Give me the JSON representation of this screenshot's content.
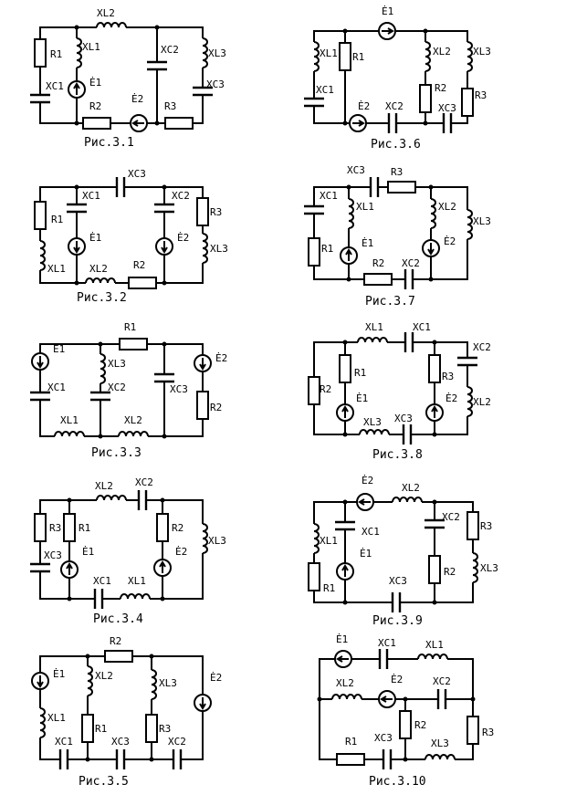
{
  "figures": [
    {
      "caption": "Рис.3.1",
      "labels": [
        "XL2",
        "R1",
        "XL1",
        "Ė1",
        "XC1",
        "XC2",
        "XL3",
        "XC3",
        "R2",
        "Ė2",
        "R3"
      ]
    },
    {
      "caption": "Рис.3.6",
      "labels": [
        "Ė1",
        "XL1",
        "R1",
        "XC1",
        "Ė2",
        "XC2",
        "XL2",
        "XL3",
        "R2",
        "R3",
        "XC3"
      ]
    },
    {
      "caption": "Рис.3.2",
      "labels": [
        "XC3",
        "XC1",
        "XC2",
        "R1",
        "R3",
        "Ė1",
        "Ė2",
        "XL3",
        "XL1",
        "XL2",
        "R2"
      ]
    },
    {
      "caption": "Рис.3.7",
      "labels": [
        "XC3",
        "R3",
        "XC1",
        "XL1",
        "XL2",
        "XL3",
        "R1",
        "Ė1",
        "Ė2",
        "R2",
        "XC2"
      ]
    },
    {
      "caption": "Рис.3.3",
      "labels": [
        "R1",
        "Ė1",
        "XL3",
        "Ė2",
        "XC1",
        "XC2",
        "XC3",
        "R2",
        "XL1",
        "XL2"
      ]
    },
    {
      "caption": "Рис.3.8",
      "labels": [
        "XL1",
        "XC1",
        "XC2",
        "R1",
        "R3",
        "R2",
        "Ė1",
        "Ė2",
        "XL2",
        "XL3",
        "XC3"
      ]
    },
    {
      "caption": "Рис.3.4",
      "labels": [
        "XL2",
        "XC2",
        "R3",
        "R1",
        "R2",
        "XL3",
        "XC3",
        "Ė1",
        "Ė2",
        "XC1",
        "XL1"
      ]
    },
    {
      "caption": "Рис.3.9",
      "labels": [
        "Ė2",
        "XL2",
        "XC1",
        "XC2",
        "R3",
        "XL1",
        "Ė1",
        "R2",
        "XL3",
        "R1",
        "XC3"
      ]
    },
    {
      "caption": "Рис.3.5",
      "labels": [
        "R2",
        "Ė1",
        "XL2",
        "XL3",
        "Ė2",
        "XL1",
        "R1",
        "R3",
        "XC1",
        "XC3",
        "XC2"
      ]
    },
    {
      "caption": "Рис.3.10",
      "labels": [
        "Ė1",
        "XC1",
        "XL1",
        "XL2",
        "Ė2",
        "XC2",
        "R2",
        "R3",
        "R1",
        "XC3",
        "XL3"
      ]
    }
  ]
}
